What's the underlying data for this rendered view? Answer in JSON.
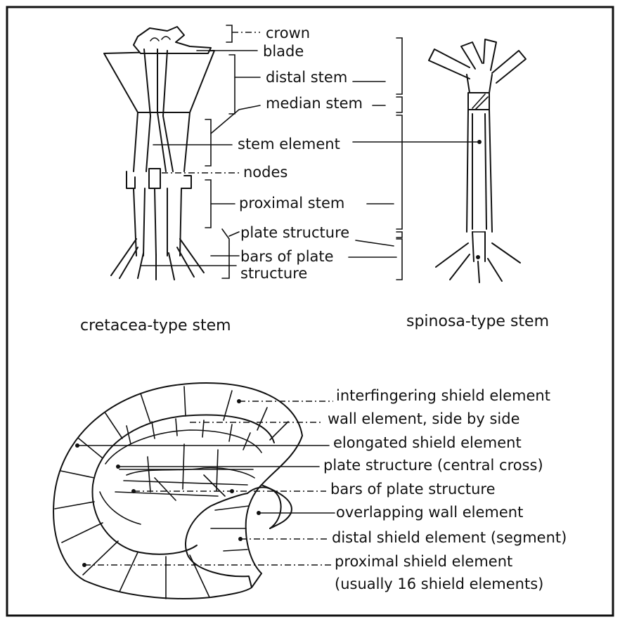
{
  "top_labels": {
    "crown": "crown",
    "blade": "blade",
    "distal_stem": "distal stem",
    "median_stem": "median stem",
    "stem_element": "stem element",
    "nodes": "nodes",
    "proximal_stem": "proximal stem",
    "plate_structure": "plate structure",
    "bars_line1": "bars of plate",
    "bars_line2": "structure"
  },
  "captions": {
    "left": "cretacea-type stem",
    "right": "spinosa-type stem"
  },
  "bottom_labels": [
    "interfingering shield element",
    "wall element, side by side",
    "elongated shield element",
    "plate structure (central cross)",
    "bars of plate structure",
    "overlapping wall element",
    "distal shield element (segment)",
    "proximal shield element",
    "(usually 16 shield elements)"
  ]
}
